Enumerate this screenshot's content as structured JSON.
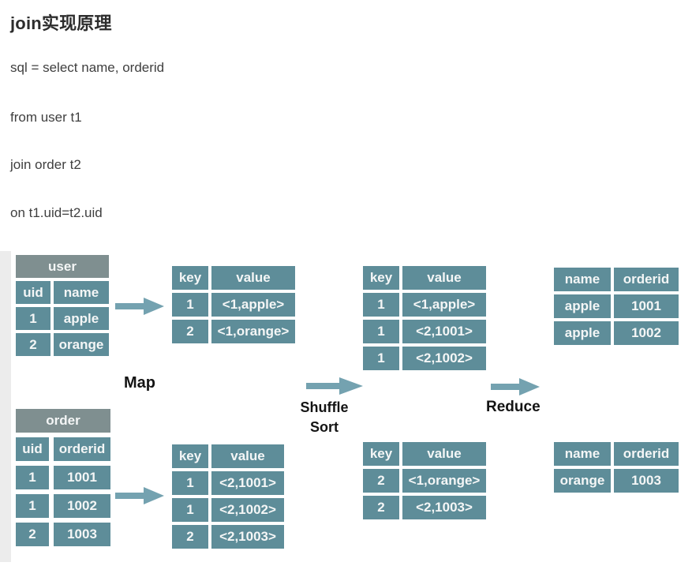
{
  "page": {
    "title": "join实现原理",
    "sql_lines": [
      "sql = select name, orderid",
      "from user t1",
      "join order t2",
      "on t1.uid=t2.uid"
    ]
  },
  "diagram": {
    "stage_labels": {
      "map": "Map",
      "shuffle_line1": "Shuffle",
      "shuffle_line2": "Sort",
      "reduce": "Reduce"
    },
    "colors": {
      "cell_teal": "#5e8d99",
      "title_gray": "#7f8f90",
      "arrow_teal": "#74a2b0",
      "cell_text": "#f4f6f6",
      "label_text": "#141414",
      "strip_gray": "#ececec"
    },
    "tables": {
      "user": {
        "title": "user",
        "header": [
          "uid",
          "name"
        ],
        "rows": [
          [
            "1",
            "apple"
          ],
          [
            "2",
            "orange"
          ]
        ]
      },
      "map_out_user": {
        "header": [
          "key",
          "value"
        ],
        "rows": [
          [
            "1",
            "<1,apple>"
          ],
          [
            "2",
            "<1,orange>"
          ]
        ]
      },
      "shuffle_out_key1": {
        "header": [
          "key",
          "value"
        ],
        "rows": [
          [
            "1",
            "<1,apple>"
          ],
          [
            "1",
            "<2,1001>"
          ],
          [
            "1",
            "<2,1002>"
          ]
        ]
      },
      "reduce_out_key1": {
        "header": [
          "name",
          "orderid"
        ],
        "rows": [
          [
            "apple",
            "1001"
          ],
          [
            "apple",
            "1002"
          ]
        ]
      },
      "order": {
        "title": "order",
        "header": [
          "uid",
          "orderid"
        ],
        "rows": [
          [
            "1",
            "1001"
          ],
          [
            "1",
            "1002"
          ],
          [
            "2",
            "1003"
          ]
        ]
      },
      "map_out_order": {
        "header": [
          "key",
          "value"
        ],
        "rows": [
          [
            "1",
            "<2,1001>"
          ],
          [
            "1",
            "<2,1002>"
          ],
          [
            "2",
            "<2,1003>"
          ]
        ]
      },
      "shuffle_out_key2": {
        "header": [
          "key",
          "value"
        ],
        "rows": [
          [
            "2",
            "<1,orange>"
          ],
          [
            "2",
            "<2,1003>"
          ]
        ]
      },
      "reduce_out_key2": {
        "header": [
          "name",
          "orderid"
        ],
        "rows": [
          [
            "orange",
            "1003"
          ]
        ]
      }
    }
  }
}
